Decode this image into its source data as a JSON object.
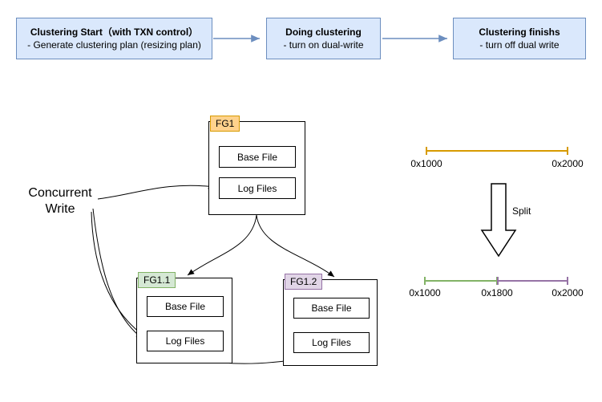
{
  "flowchart": {
    "box_fill": "#dae8fc",
    "box_border": "#6c8ebf",
    "steps": [
      {
        "title": "Clustering Start（with TXN control）",
        "detail": "- Generate clustering plan (resizing plan)"
      },
      {
        "title": "Doing clustering",
        "detail": "- turn on dual-write"
      },
      {
        "title": "Clustering finishs",
        "detail": "- turn off dual write"
      }
    ]
  },
  "annotation": {
    "concurrent_write": "Concurrent\nWrite"
  },
  "file_groups": [
    {
      "label": "FG1",
      "label_fill": "#ffd28c",
      "label_border": "#d79b00",
      "files": [
        "Base File",
        "Log Files"
      ]
    },
    {
      "label": "FG1.1",
      "label_fill": "#d5e8d4",
      "label_border": "#82b366",
      "files": [
        "Base File",
        "Log Files"
      ]
    },
    {
      "label": "FG1.2",
      "label_fill": "#e1d5e7",
      "label_border": "#9673a6",
      "files": [
        "Base File",
        "Log Files"
      ]
    }
  ],
  "split_diagram": {
    "arrow_label": "Split",
    "top_range": {
      "start": "0x1000",
      "end": "0x2000",
      "color": "#d79b00"
    },
    "bottom_ranges": [
      {
        "start": "0x1000",
        "end": "0x1800",
        "color": "#82b366"
      },
      {
        "start": "0x1800",
        "end": "0x2000",
        "color": "#9673a6"
      }
    ],
    "bottom_labels": [
      "0x1000",
      "0x1800",
      "0x2000"
    ]
  }
}
